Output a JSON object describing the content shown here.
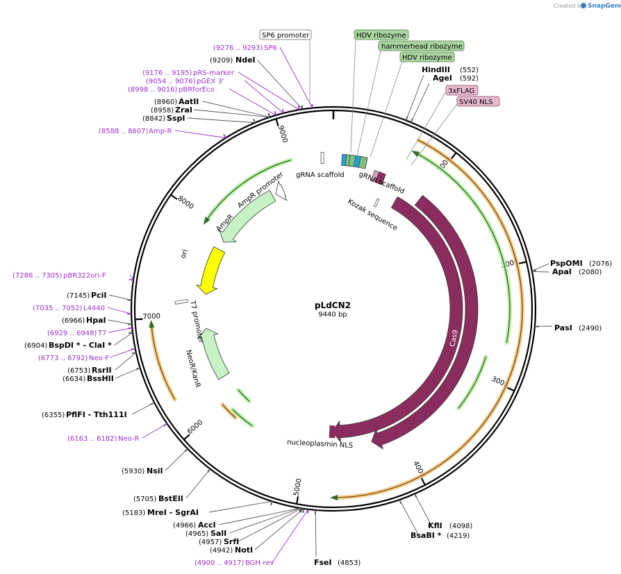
{
  "credit": {
    "prefix": "Created by",
    "brand": "SnapGene"
  },
  "plasmid": {
    "name": "pLdCN2",
    "size": "9440 bp",
    "length": 9440
  },
  "ticks": [
    {
      "value": 1000,
      "label": "1000"
    },
    {
      "value": 2000,
      "label": "2000"
    },
    {
      "value": 3000,
      "label": "3000"
    },
    {
      "value": 4000,
      "label": "4000"
    },
    {
      "value": 5000,
      "label": "5000"
    },
    {
      "value": 6000,
      "label": "6000"
    },
    {
      "value": 7000,
      "label": "7000"
    },
    {
      "value": 8000,
      "label": "8000"
    },
    {
      "value": 9000,
      "label": "9000"
    }
  ],
  "top_boxes": [
    {
      "text": "SP6 promoter",
      "fill": "#ffffff",
      "stroke": "#888888",
      "pos": 9300
    },
    {
      "text": "HDV ribozyme",
      "fill": "#a9d4a0",
      "stroke": "#6a9a60",
      "pos": 180
    },
    {
      "text": "hammerhead ribozyme",
      "fill": "#a9d4a0",
      "stroke": "#6a9a60",
      "pos": 230
    },
    {
      "text": "HDV ribozyme",
      "fill": "#a9d4a0",
      "stroke": "#6a9a60",
      "pos": 330
    },
    {
      "text": "3xFLAG",
      "fill": "#e6b8cb",
      "stroke": "#a86c88",
      "pos": 620
    },
    {
      "text": "SV40 NLS",
      "fill": "#e6b8cb",
      "stroke": "#a86c88",
      "pos": 690
    }
  ],
  "left_labels": [
    {
      "kind": "primer",
      "pos_text": "(9276 .. 9293)",
      "name": "SP6",
      "pos": 9284
    },
    {
      "kind": "enzyme",
      "pos_text": "(9209)",
      "name": "NdeI",
      "pos": 9209
    },
    {
      "kind": "primer",
      "pos_text": "(9176 .. 9195)",
      "name": "pRS-marker",
      "pos": 9185
    },
    {
      "kind": "primer",
      "pos_text": "(9054 .. 9076)",
      "name": "pGEX 3'",
      "pos": 9065
    },
    {
      "kind": "primer",
      "pos_text": "(8998 .. 9016)",
      "name": "pBRforEco",
      "pos": 9007
    },
    {
      "kind": "enzyme",
      "pos_text": "(8960)",
      "name": "AatII",
      "pos": 8960
    },
    {
      "kind": "enzyme",
      "pos_text": "(8958)",
      "name": "ZraI",
      "pos": 8958
    },
    {
      "kind": "enzyme",
      "pos_text": "(8842)",
      "name": "SspI",
      "pos": 8842
    },
    {
      "kind": "primer",
      "pos_text": "(8588 .. 8607)",
      "name": "Amp-R",
      "pos": 8597
    },
    {
      "kind": "primer",
      "pos_text": "(7286 .. 7305)",
      "name": "pBR322ori-F",
      "pos": 7295
    },
    {
      "kind": "enzyme",
      "pos_text": "(7145)",
      "name": "PciI",
      "pos": 7145
    },
    {
      "kind": "primer",
      "pos_text": "(7035 .. 7052)",
      "name": "L4440",
      "pos": 7043
    },
    {
      "kind": "enzyme",
      "pos_text": "(6966)",
      "name": "HpaI",
      "pos": 6966
    },
    {
      "kind": "primer",
      "pos_text": "(6929 .. 6948)",
      "name": "T7",
      "pos": 6938
    },
    {
      "kind": "enzyme",
      "pos_text": "(6904)",
      "name": "BspDI * - ClaI *",
      "pos": 6904
    },
    {
      "kind": "primer",
      "pos_text": "(6773 .. 6792)",
      "name": "Neo-F",
      "pos": 6782
    },
    {
      "kind": "enzyme",
      "pos_text": "(6753)",
      "name": "RsrII",
      "pos": 6753
    },
    {
      "kind": "enzyme",
      "pos_text": "(6634)",
      "name": "BssHII",
      "pos": 6634
    },
    {
      "kind": "enzyme",
      "pos_text": "(6355)",
      "name": "PflFI - Tth111I",
      "pos": 6355
    },
    {
      "kind": "primer",
      "pos_text": "(6163 .. 6182)",
      "name": "Neo-R",
      "pos": 6172
    },
    {
      "kind": "enzyme",
      "pos_text": "(5930)",
      "name": "NsiI",
      "pos": 5930
    },
    {
      "kind": "enzyme",
      "pos_text": "(5705)",
      "name": "BstEII",
      "pos": 5705
    },
    {
      "kind": "enzyme",
      "pos_text": "(5183)",
      "name": "MreI - SgrAI",
      "pos": 5183
    },
    {
      "kind": "enzyme",
      "pos_text": "(4966)",
      "name": "AccI",
      "pos": 4966
    },
    {
      "kind": "enzyme",
      "pos_text": "(4965)",
      "name": "SalI",
      "pos": 4965
    },
    {
      "kind": "enzyme",
      "pos_text": "(4957)",
      "name": "SrfI",
      "pos": 4957
    },
    {
      "kind": "enzyme",
      "pos_text": "(4942)",
      "name": "NotI",
      "pos": 4942
    },
    {
      "kind": "primer",
      "pos_text": "(4900 .. 4917)",
      "name": "BGH-rev",
      "pos": 4908
    }
  ],
  "right_labels": [
    {
      "kind": "enzyme",
      "name": "HindIII",
      "pos_text": "(552)",
      "pos": 552
    },
    {
      "kind": "enzyme",
      "name": "AgeI",
      "pos_text": "(592)",
      "pos": 592
    },
    {
      "kind": "enzyme",
      "name": "PspOMI",
      "pos_text": "(2076)",
      "pos": 2076
    },
    {
      "kind": "enzyme",
      "name": "ApaI",
      "pos_text": "(2080)",
      "pos": 2080
    },
    {
      "kind": "enzyme",
      "name": "PasI",
      "pos_text": "(2490)",
      "pos": 2490
    },
    {
      "kind": "enzyme",
      "name": "KflI",
      "pos_text": "(4098)",
      "pos": 4098
    },
    {
      "kind": "enzyme",
      "name": "BsaBI *",
      "pos_text": "(4219)",
      "pos": 4219
    },
    {
      "kind": "enzyme",
      "name": "FseI",
      "pos_text": "(4853)",
      "pos": 4853
    }
  ],
  "features": [
    {
      "name": "Cas9",
      "kind": "arrow",
      "start": 780,
      "end": 4730,
      "ring": 4,
      "dir": 1,
      "color": "#8b2c5e",
      "label": "Cas9"
    },
    {
      "name": "Cas9",
      "kind": "arrow",
      "start": 1000,
      "end": 4300,
      "ring": 6,
      "dir": 1,
      "color": "#8b2c5e",
      "label": "Cas9"
    },
    {
      "name": "nucleoplasmin NLS",
      "kind": "block",
      "start": 4700,
      "end": 4770,
      "ring": 4,
      "color": "#8b2c5e",
      "label": "nucleoplasmin NLS"
    },
    {
      "name": "AmpR",
      "kind": "arrow",
      "start": 8700,
      "end": 7900,
      "ring": 3,
      "dir": -1,
      "color": "#c6f2c6",
      "label": "AmpR"
    },
    {
      "name": "AmpR promoter",
      "kind": "arrow",
      "start": 8840,
      "end": 8740,
      "ring": 3,
      "dir": -1,
      "color": "#ffffff",
      "label": "AmpR promoter"
    },
    {
      "name": "ori",
      "kind": "arrow",
      "start": 7800,
      "end": 7250,
      "ring": 3,
      "dir": -1,
      "color": "#ffff00",
      "label": "ori"
    },
    {
      "name": "NeoR/KanR",
      "kind": "arrow",
      "start": 6250,
      "end": 6850,
      "ring": 3,
      "dir": 1,
      "color": "#c6f2c6",
      "label": "NeoR/KanR"
    }
  ],
  "labels_inner": {
    "gRNA_scaffold_left": "gRNA scaffold",
    "gRNA_scaffold_right": "gRNA scaffold",
    "kozak": "Kozak sequence",
    "t7_promoter": "T7 promoter",
    "ampr": "AmpR",
    "ampr_promoter": "AmpR promoter",
    "ori": "ori",
    "neo": "NeoR/KanR",
    "cas9_inner": "Cas9",
    "cas9_outer": "Cas9",
    "nls": "nucleoplasmin NLS"
  },
  "colors": {
    "enzyme": "#000000",
    "primer": "#9b2fd1",
    "cas9": "#8b2c5e",
    "green_orf": "#c6f2c6",
    "highlight_orange": "#f5c57a",
    "highlight_green": "#bff0a6",
    "arrow_dark": "#2f6b2f",
    "ori": "#ffff00",
    "grna_blue": "#1fa3e0",
    "grna_green": "#7fbf7f"
  }
}
